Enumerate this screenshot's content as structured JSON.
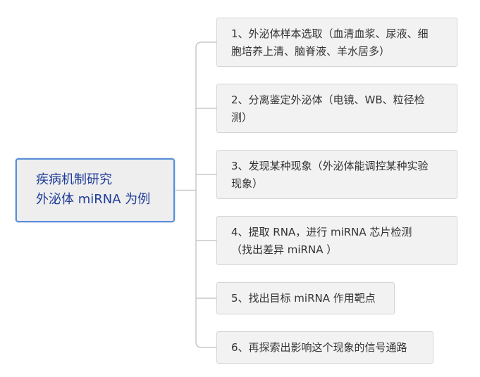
{
  "root": {
    "lines": [
      "疾病机制研究",
      "外泌体 miRNA 为例"
    ]
  },
  "children": [
    {
      "lines": [
        "1、外泌体样本选取（血清血浆、尿液、细",
        "胞培养上清、脑脊液、羊水居多）"
      ]
    },
    {
      "lines": [
        "2、分离鉴定外泌体（电镜、WB、粒径检",
        "测）"
      ]
    },
    {
      "lines": [
        "3、发现某种现象（外泌体能调控某种实验",
        "现象）"
      ]
    },
    {
      "lines": [
        "4、提取 RNA，进行 miRNA 芯片检测",
        "（找出差异 miRNA ）"
      ]
    },
    {
      "lines": [
        "5、找出目标 miRNA 作用靶点"
      ]
    },
    {
      "lines": [
        "6、再探索出影响这个现象的信号通路"
      ]
    }
  ],
  "colors": {
    "root_border": "#5b8fd8",
    "root_text": "#1f3d99",
    "node_fill": "#f2f2f2",
    "connector": "#c8c8c8"
  }
}
